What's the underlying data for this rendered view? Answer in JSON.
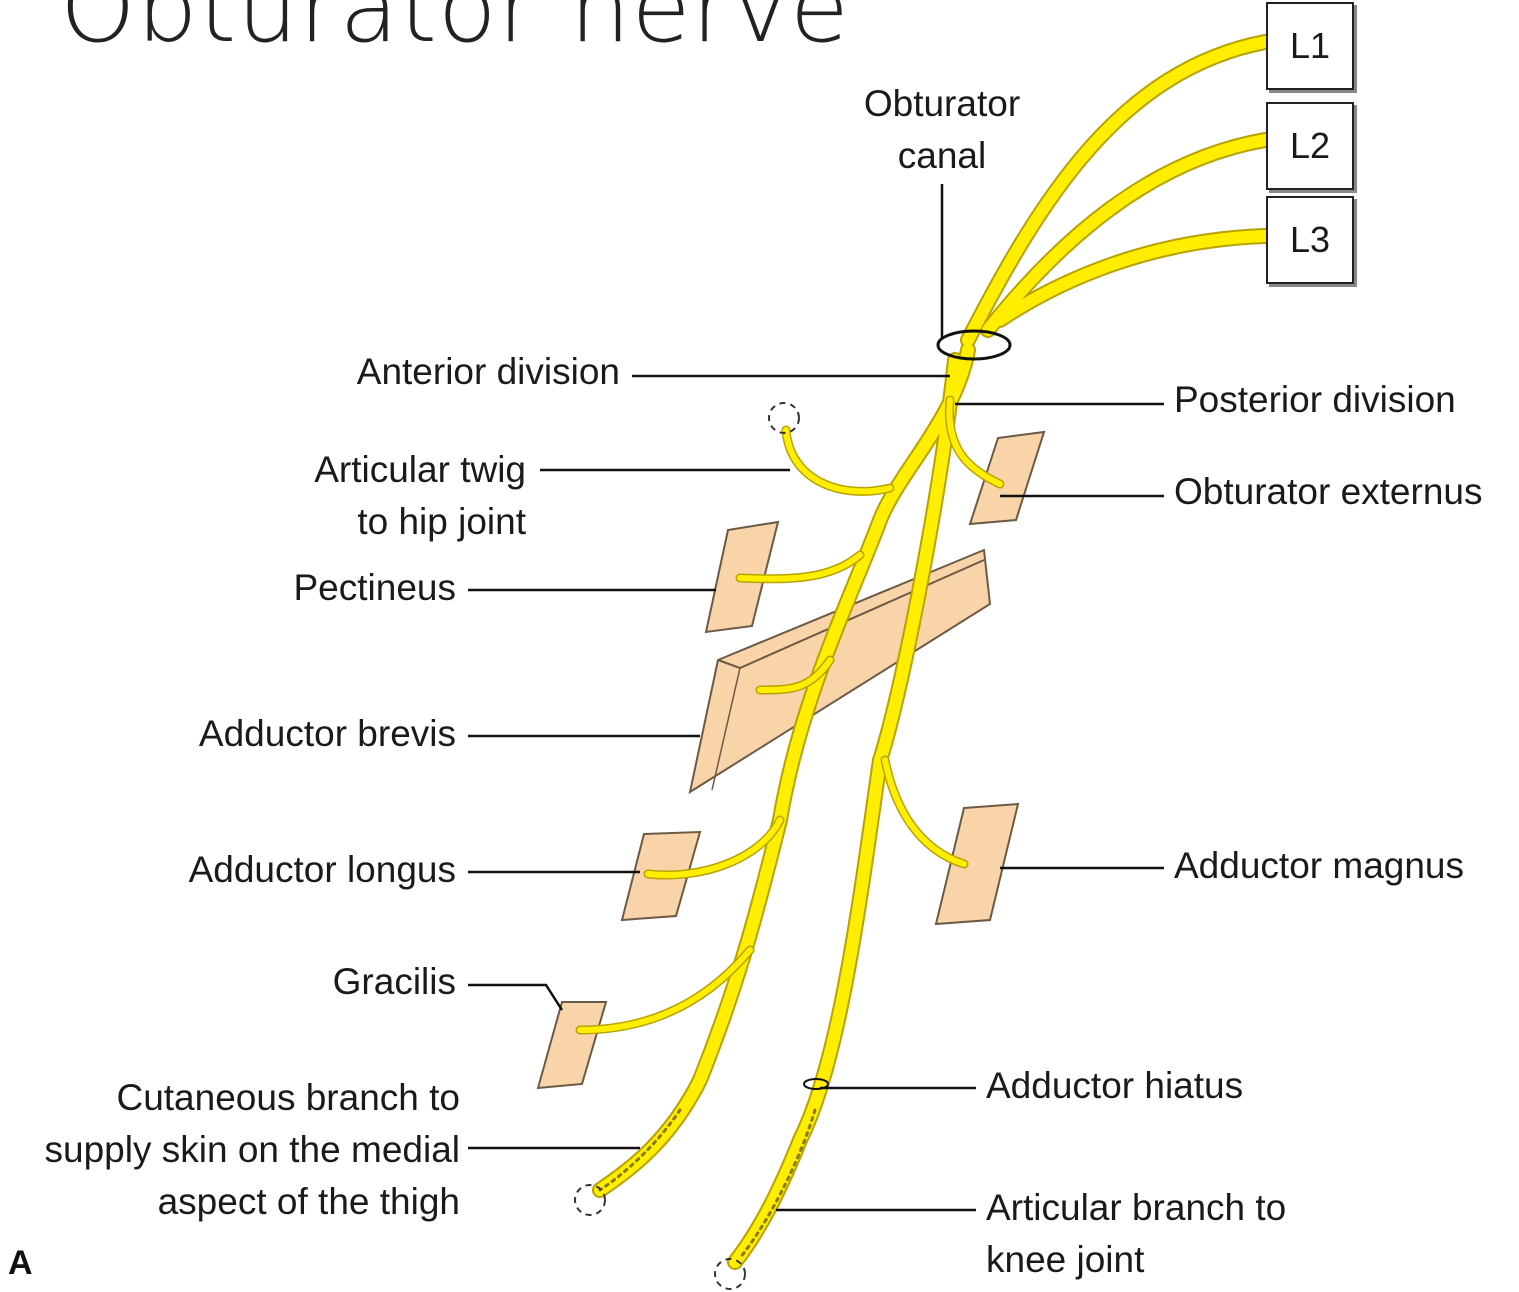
{
  "title": "Obturator nerve",
  "figure_letter": "A",
  "roots": [
    "L1",
    "L2",
    "L3"
  ],
  "labels": {
    "obturator_canal": [
      "Obturator",
      "canal"
    ],
    "anterior_division": "Anterior division",
    "posterior_division": "Posterior division",
    "articular_twig": [
      "Articular twig",
      "to hip joint"
    ],
    "obturator_externus": "Obturator externus",
    "pectineus": "Pectineus",
    "adductor_brevis": "Adductor brevis",
    "adductor_longus": "Adductor longus",
    "adductor_magnus": "Adductor magnus",
    "gracilis": "Gracilis",
    "cutaneous_branch": [
      "Cutaneous branch to",
      "supply skin on the medial",
      "aspect of the thigh"
    ],
    "adductor_hiatus": "Adductor hiatus",
    "articular_branch_knee": [
      "Articular branch to",
      "knee joint"
    ]
  },
  "colors": {
    "nerve": "#ffee00",
    "nerve_outline": "#c9b400",
    "muscle": "#f9d4a8",
    "muscle_outline": "#6b5a45",
    "leader": "#111111"
  }
}
